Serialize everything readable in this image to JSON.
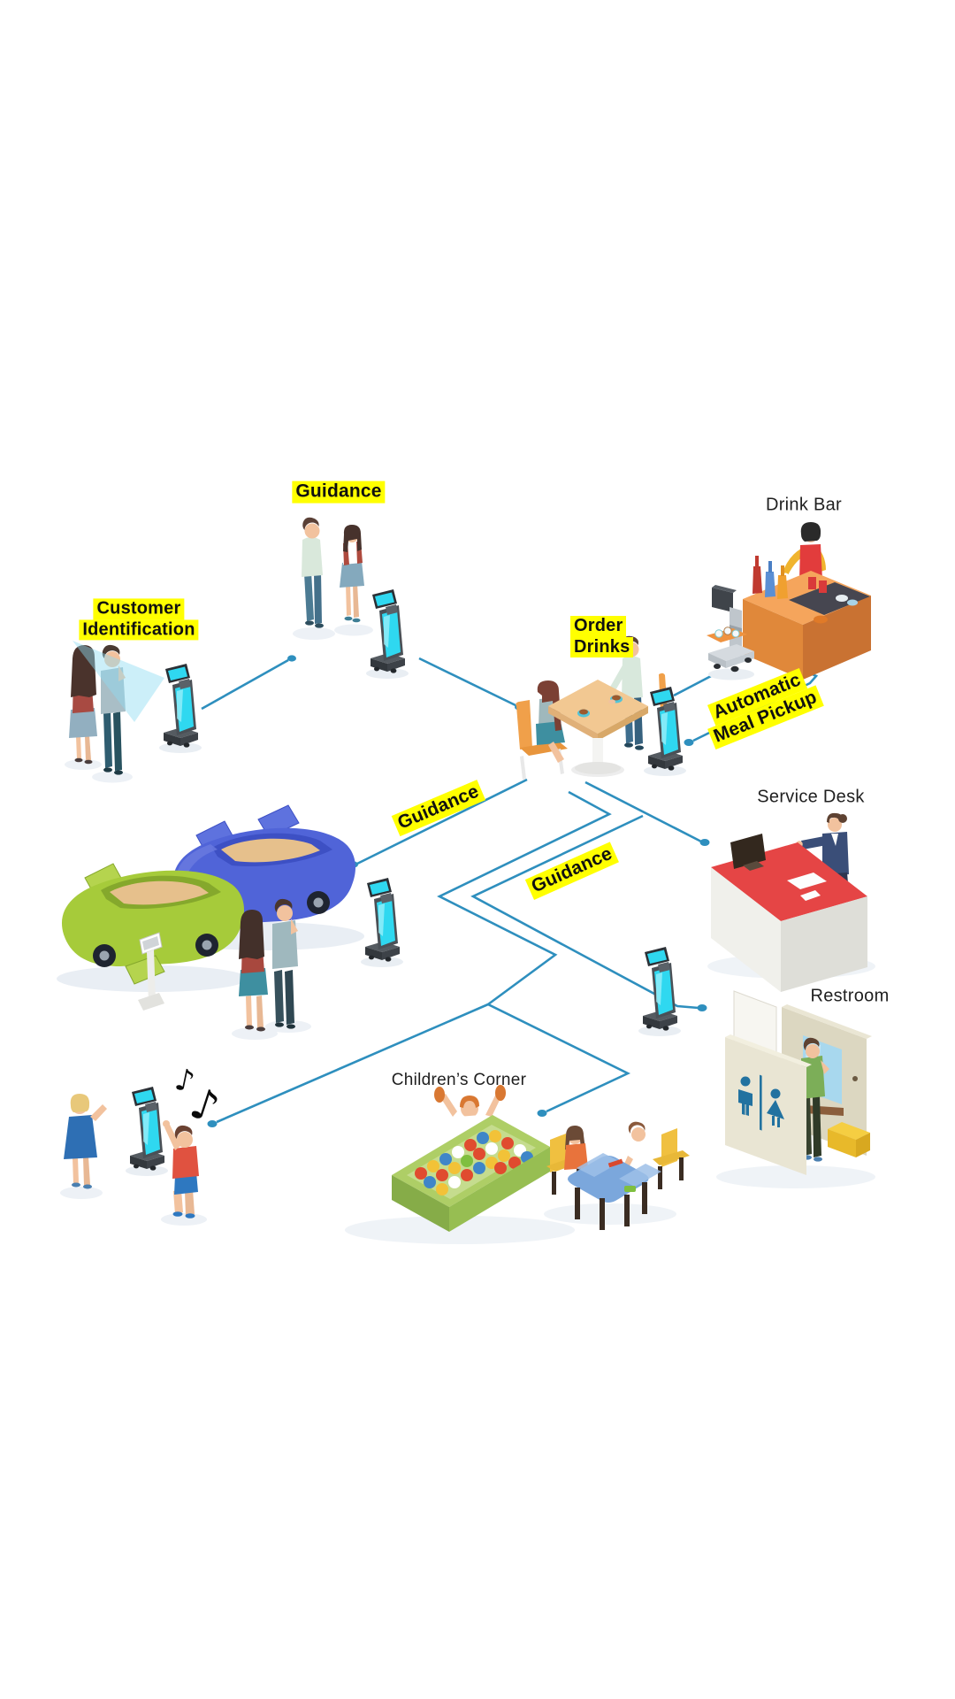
{
  "title": "Robot customer-service floor diagram",
  "labels": {
    "guidance_top": "Guidance",
    "customer_identification_line1": "Customer",
    "customer_identification_line2": "Identification",
    "drink_bar": "Drink Bar",
    "order_drinks_line1": "Order",
    "order_drinks_line2": "Drinks",
    "automatic_meal_pickup_line1": "Automatic",
    "automatic_meal_pickup_line2": "Meal Pickup",
    "service_desk": "Service Desk",
    "guidance_route_cars": "Guidance",
    "guidance_route_desk": "Guidance",
    "restroom": "Restroom",
    "childrens_corner": "Children’s Corner"
  },
  "icons": {
    "music_note_glyph": "♪",
    "connector_terminal": "dot-arrow",
    "restroom_pictograms": [
      "man-pictogram",
      "woman-pictogram"
    ]
  },
  "palette": {
    "connector_blue": "#2E8FBE",
    "highlight_yellow": "#FFFF00",
    "label_text": "#1F1F1F",
    "robot_screen_cyan": "#2FD8F0",
    "robot_body_gray": "#4A5056",
    "counter_orange": "#E0883A",
    "service_desk_red": "#E54545",
    "car_green": "#A6CB3A",
    "car_blue": "#5064D8",
    "ballpit_green": "#AECE66",
    "kids_table_blue": "#7BA7DC",
    "stool_yellow": "#F2C52E"
  }
}
